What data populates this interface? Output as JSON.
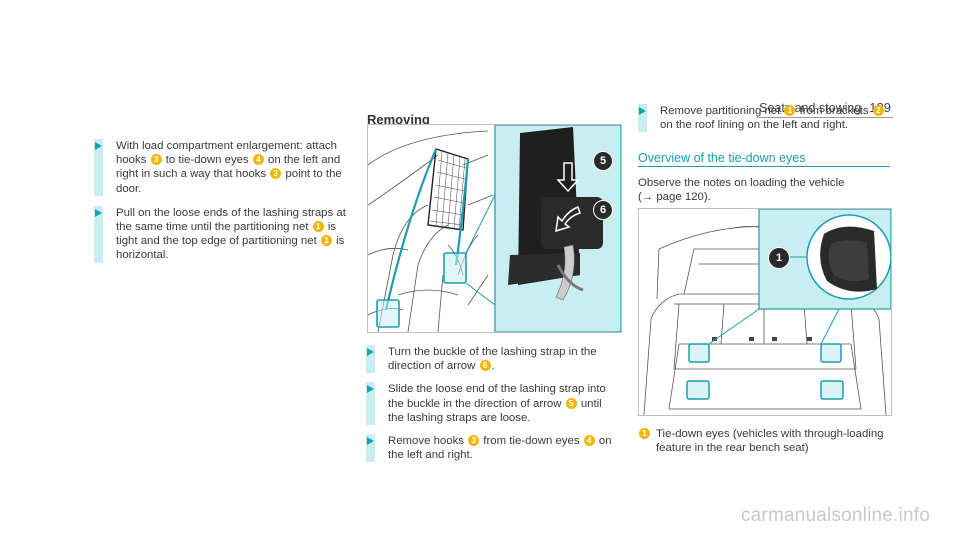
{
  "header": {
    "section": "Seats and stowing",
    "page": "129"
  },
  "col1": {
    "steps": [
      [
        "With load compartment enlargement: attach",
        "hooks ❸ to tie-down eyes ❹ on the left and",
        "right in such a way that hooks ❸ point to the",
        "door."
      ],
      [
        "Pull on the loose ends of the lashing straps at",
        "the same time until the partitioning net ❶ is",
        "tight and the top edge of partitioning net ❶ is",
        "horizontal."
      ]
    ]
  },
  "col2": {
    "heading": "Removing",
    "callouts": [
      "5",
      "6"
    ],
    "steps": [
      [
        "Turn the buckle of the lashing strap in the",
        "direction of arrow ❻."
      ],
      [
        "Slide the loose end of the lashing strap into",
        "the buckle in the direction of arrow ❺ until",
        "the lashing straps are loose."
      ],
      [
        "Remove hooks ❸ from tie-down eyes ❹ on",
        "the left and right."
      ]
    ]
  },
  "col3": {
    "step": [
      "Remove partitioning net ❶ from brackets ❷",
      "on the roof lining on the left and right."
    ],
    "overview_heading": "Overview of the tie-down eyes",
    "note": [
      "Observe the notes on loading the vehicle",
      "(→ page 120)."
    ],
    "figure_callout": "1",
    "legend_num": "1",
    "legend": [
      "Tie-down eyes (vehicles with through-loading",
      "feature in the rear bench seat)"
    ]
  },
  "watermark": "carmanualsonline.info",
  "colors": {
    "accent": "#1b9db3",
    "highlight": "#c9eef2",
    "callout": "#f2b705"
  }
}
